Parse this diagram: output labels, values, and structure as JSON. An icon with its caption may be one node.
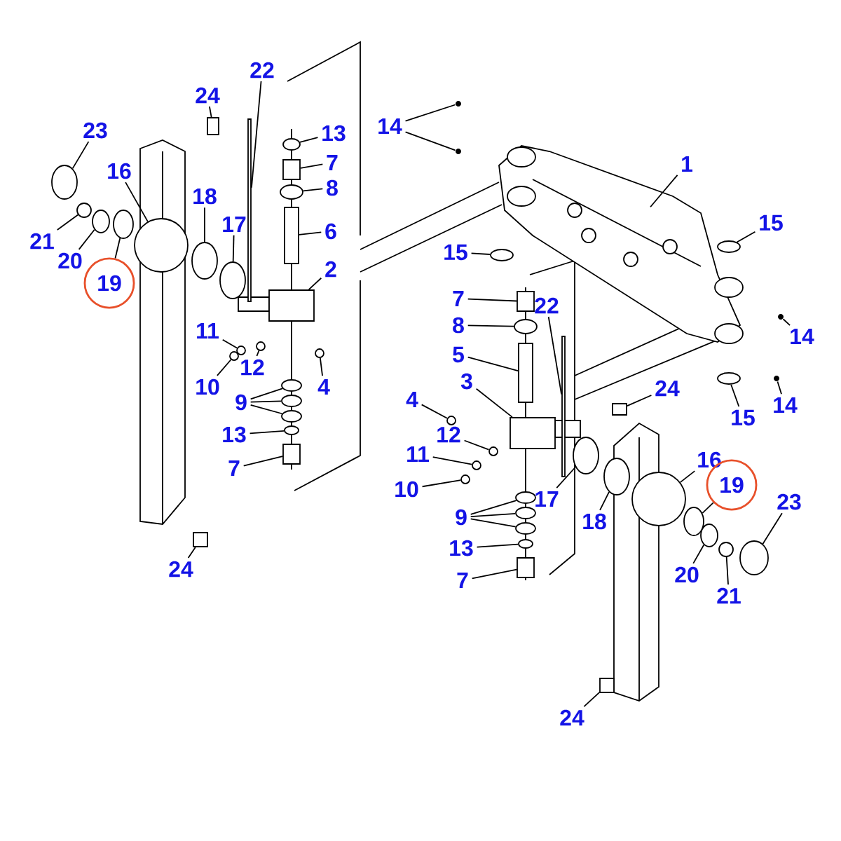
{
  "diagram": {
    "nodes": [
      {
        "text": [
          "22"
        ]
      },
      {
        "text": [
          "24"
        ]
      },
      {
        "text": [
          "23"
        ]
      },
      {
        "text": [
          "16"
        ]
      },
      {
        "text": [
          "18"
        ]
      },
      {
        "text": [
          "13"
        ]
      },
      {
        "text": [
          "7"
        ]
      },
      {
        "text": [
          "8"
        ]
      },
      {
        "text": [
          "6"
        ]
      },
      {
        "text": [
          "17"
        ]
      },
      {
        "text": [
          "2"
        ]
      },
      {
        "text": [
          "21"
        ]
      },
      {
        "text": [
          "20"
        ]
      },
      {
        "text": [
          "19"
        ]
      },
      {
        "text": [
          "11"
        ]
      },
      {
        "text": [
          "12"
        ]
      },
      {
        "text": [
          "10"
        ]
      },
      {
        "text": [
          "4"
        ]
      },
      {
        "text": [
          "9"
        ]
      },
      {
        "text": [
          "13"
        ]
      },
      {
        "text": [
          "7"
        ]
      },
      {
        "text": [
          "24"
        ]
      },
      {
        "text": [
          "14"
        ]
      },
      {
        "text": [
          "1"
        ]
      },
      {
        "text": [
          "15"
        ]
      },
      {
        "text": [
          "15"
        ]
      },
      {
        "text": [
          "14"
        ]
      },
      {
        "text": [
          "15"
        ]
      },
      {
        "text": [
          "14"
        ]
      },
      {
        "text": [
          "7"
        ]
      },
      {
        "text": [
          "22"
        ]
      },
      {
        "text": [
          "8"
        ]
      },
      {
        "text": [
          "5"
        ]
      },
      {
        "text": [
          "3"
        ]
      },
      {
        "text": [
          "4"
        ]
      },
      {
        "text": [
          "12"
        ]
      },
      {
        "text": [
          "11"
        ]
      },
      {
        "text": [
          "10"
        ]
      },
      {
        "text": [
          "9"
        ]
      },
      {
        "text": [
          "13"
        ]
      },
      {
        "text": [
          "7"
        ]
      },
      {
        "text": [
          "17"
        ]
      },
      {
        "text": [
          "18"
        ]
      },
      {
        "text": [
          "16"
        ]
      },
      {
        "text": [
          "19"
        ]
      },
      {
        "text": [
          "23"
        ]
      },
      {
        "text": [
          "20"
        ]
      },
      {
        "text": [
          "21"
        ]
      },
      {
        "text": [
          "24"
        ]
      },
      {
        "text": [
          "24"
        ]
      },
      {
        "text": [],
        "shape": "bar"
      },
      {
        "text": [],
        "shape": "box"
      },
      {
        "text": [],
        "shape": "ellipse"
      },
      {
        "text": [],
        "shape": "circle"
      },
      {
        "text": [],
        "shape": "ellipse"
      },
      {
        "text": [],
        "shape": "ellipse"
      },
      {
        "text": [],
        "shape": "box"
      },
      {
        "text": [],
        "shape": "ellipse"
      },
      {
        "text": [],
        "shape": "box"
      },
      {
        "text": [],
        "shape": "ellipse"
      },
      {
        "text": [],
        "shape": "box"
      },
      {
        "text": [],
        "shape": "circle"
      },
      {
        "text": [],
        "shape": "ellipse"
      },
      {
        "text": [],
        "shape": "ellipse"
      },
      {
        "text": [],
        "shape": "circle"
      },
      {
        "text": [],
        "shape": "circle"
      },
      {
        "text": [],
        "shape": "circle"
      },
      {
        "text": [],
        "shape": "circle"
      },
      {
        "text": [],
        "shape": "ellipse"
      },
      {
        "text": [],
        "shape": "ellipse"
      },
      {
        "text": [],
        "shape": "ellipse"
      },
      {
        "text": [],
        "shape": "ellipse"
      },
      {
        "text": [],
        "shape": "box"
      },
      {
        "text": [],
        "shape": "box"
      },
      {
        "text": [],
        "shape": "dot"
      },
      {
        "text": [],
        "shape": "dot"
      },
      {
        "text": [],
        "shape": "beam"
      },
      {
        "text": [],
        "shape": "ellipse"
      },
      {
        "text": [],
        "shape": "ellipse"
      },
      {
        "text": [],
        "shape": "dot"
      },
      {
        "text": [],
        "shape": "ellipse"
      },
      {
        "text": [],
        "shape": "dot"
      },
      {
        "text": [],
        "shape": "box"
      },
      {
        "text": [],
        "shape": "bar"
      },
      {
        "text": [],
        "shape": "ellipse"
      },
      {
        "text": [],
        "shape": "box"
      },
      {
        "text": [],
        "shape": "box"
      },
      {
        "text": [],
        "shape": "circle"
      },
      {
        "text": [],
        "shape": "circle"
      },
      {
        "text": [],
        "shape": "circle"
      },
      {
        "text": [],
        "shape": "circle"
      },
      {
        "text": [],
        "shape": "ellipse"
      },
      {
        "text": [],
        "shape": "ellipse"
      },
      {
        "text": [],
        "shape": "ellipse"
      },
      {
        "text": [],
        "shape": "ellipse"
      },
      {
        "text": [],
        "shape": "box"
      },
      {
        "text": [],
        "shape": "ellipse"
      },
      {
        "text": [],
        "shape": "ellipse"
      },
      {
        "text": [],
        "shape": "circle"
      },
      {
        "text": [],
        "shape": "ellipse"
      },
      {
        "text": [],
        "shape": "ellipse"
      },
      {
        "text": [],
        "shape": "ellipse"
      },
      {
        "text": [],
        "shape": "circle"
      },
      {
        "text": [],
        "shape": "box"
      },
      {
        "text": [],
        "shape": "box"
      }
    ],
    "edges": [
      {
        "from": 0,
        "to": 50,
        "arrow": "none"
      },
      {
        "from": 1,
        "to": 51,
        "arrow": "none"
      },
      {
        "from": 2,
        "to": 52,
        "arrow": "none"
      },
      {
        "from": 3,
        "to": 53,
        "arrow": "none"
      },
      {
        "from": 4,
        "to": 54,
        "arrow": "none"
      },
      {
        "from": 5,
        "to": 55,
        "arrow": "none"
      },
      {
        "from": 6,
        "to": 56,
        "arrow": "none"
      },
      {
        "from": 7,
        "to": 57,
        "arrow": "none"
      },
      {
        "from": 8,
        "to": 58,
        "arrow": "none"
      },
      {
        "from": 9,
        "to": 59,
        "arrow": "none"
      },
      {
        "from": 10,
        "to": 60,
        "arrow": "none"
      },
      {
        "from": 11,
        "to": 61,
        "arrow": "none"
      },
      {
        "from": 12,
        "to": 62,
        "arrow": "none"
      },
      {
        "from": 13,
        "to": 63,
        "arrow": "none"
      },
      {
        "from": 14,
        "to": 64,
        "arrow": "none"
      },
      {
        "from": 15,
        "to": 65,
        "arrow": "none"
      },
      {
        "from": 16,
        "to": 66,
        "arrow": "none"
      },
      {
        "from": 17,
        "to": 67,
        "arrow": "none"
      },
      {
        "from": 18,
        "to": 68,
        "arrow": "none"
      },
      {
        "from": 18,
        "to": 69,
        "arrow": "none"
      },
      {
        "from": 18,
        "to": 70,
        "arrow": "none"
      },
      {
        "from": 19,
        "to": 71,
        "arrow": "none"
      },
      {
        "from": 20,
        "to": 72,
        "arrow": "none"
      },
      {
        "from": 21,
        "to": 73,
        "arrow": "none"
      },
      {
        "from": 22,
        "to": 74,
        "arrow": "none"
      },
      {
        "from": 22,
        "to": 75,
        "arrow": "none"
      },
      {
        "from": 23,
        "to": 76,
        "arrow": "none"
      },
      {
        "from": 24,
        "to": 77,
        "arrow": "none"
      },
      {
        "from": 25,
        "to": 78,
        "arrow": "none"
      },
      {
        "from": 26,
        "to": 79,
        "arrow": "none"
      },
      {
        "from": 27,
        "to": 80,
        "arrow": "none"
      },
      {
        "from": 28,
        "to": 81,
        "arrow": "none"
      },
      {
        "from": 29,
        "to": 82,
        "arrow": "none"
      },
      {
        "from": 30,
        "to": 83,
        "arrow": "none"
      },
      {
        "from": 31,
        "to": 84,
        "arrow": "none"
      },
      {
        "from": 32,
        "to": 85,
        "arrow": "none"
      },
      {
        "from": 33,
        "to": 86,
        "arrow": "none"
      },
      {
        "from": 34,
        "to": 87,
        "arrow": "none"
      },
      {
        "from": 35,
        "to": 88,
        "arrow": "none"
      },
      {
        "from": 36,
        "to": 89,
        "arrow": "none"
      },
      {
        "from": 37,
        "to": 90,
        "arrow": "none"
      },
      {
        "from": 38,
        "to": 91,
        "arrow": "none"
      },
      {
        "from": 38,
        "to": 92,
        "arrow": "none"
      },
      {
        "from": 38,
        "to": 93,
        "arrow": "none"
      },
      {
        "from": 39,
        "to": 94,
        "arrow": "none"
      },
      {
        "from": 40,
        "to": 95,
        "arrow": "none"
      },
      {
        "from": 41,
        "to": 96,
        "arrow": "none"
      },
      {
        "from": 42,
        "to": 97,
        "arrow": "none"
      },
      {
        "from": 43,
        "to": 98,
        "arrow": "none"
      },
      {
        "from": 44,
        "to": 99,
        "arrow": "none"
      },
      {
        "from": 45,
        "to": 100,
        "arrow": "none"
      },
      {
        "from": 46,
        "to": 101,
        "arrow": "none"
      },
      {
        "from": 47,
        "to": 102,
        "arrow": "none"
      },
      {
        "from": 48,
        "to": 103,
        "arrow": "none"
      },
      {
        "from": 49,
        "to": 104,
        "arrow": "none"
      }
    ]
  }
}
